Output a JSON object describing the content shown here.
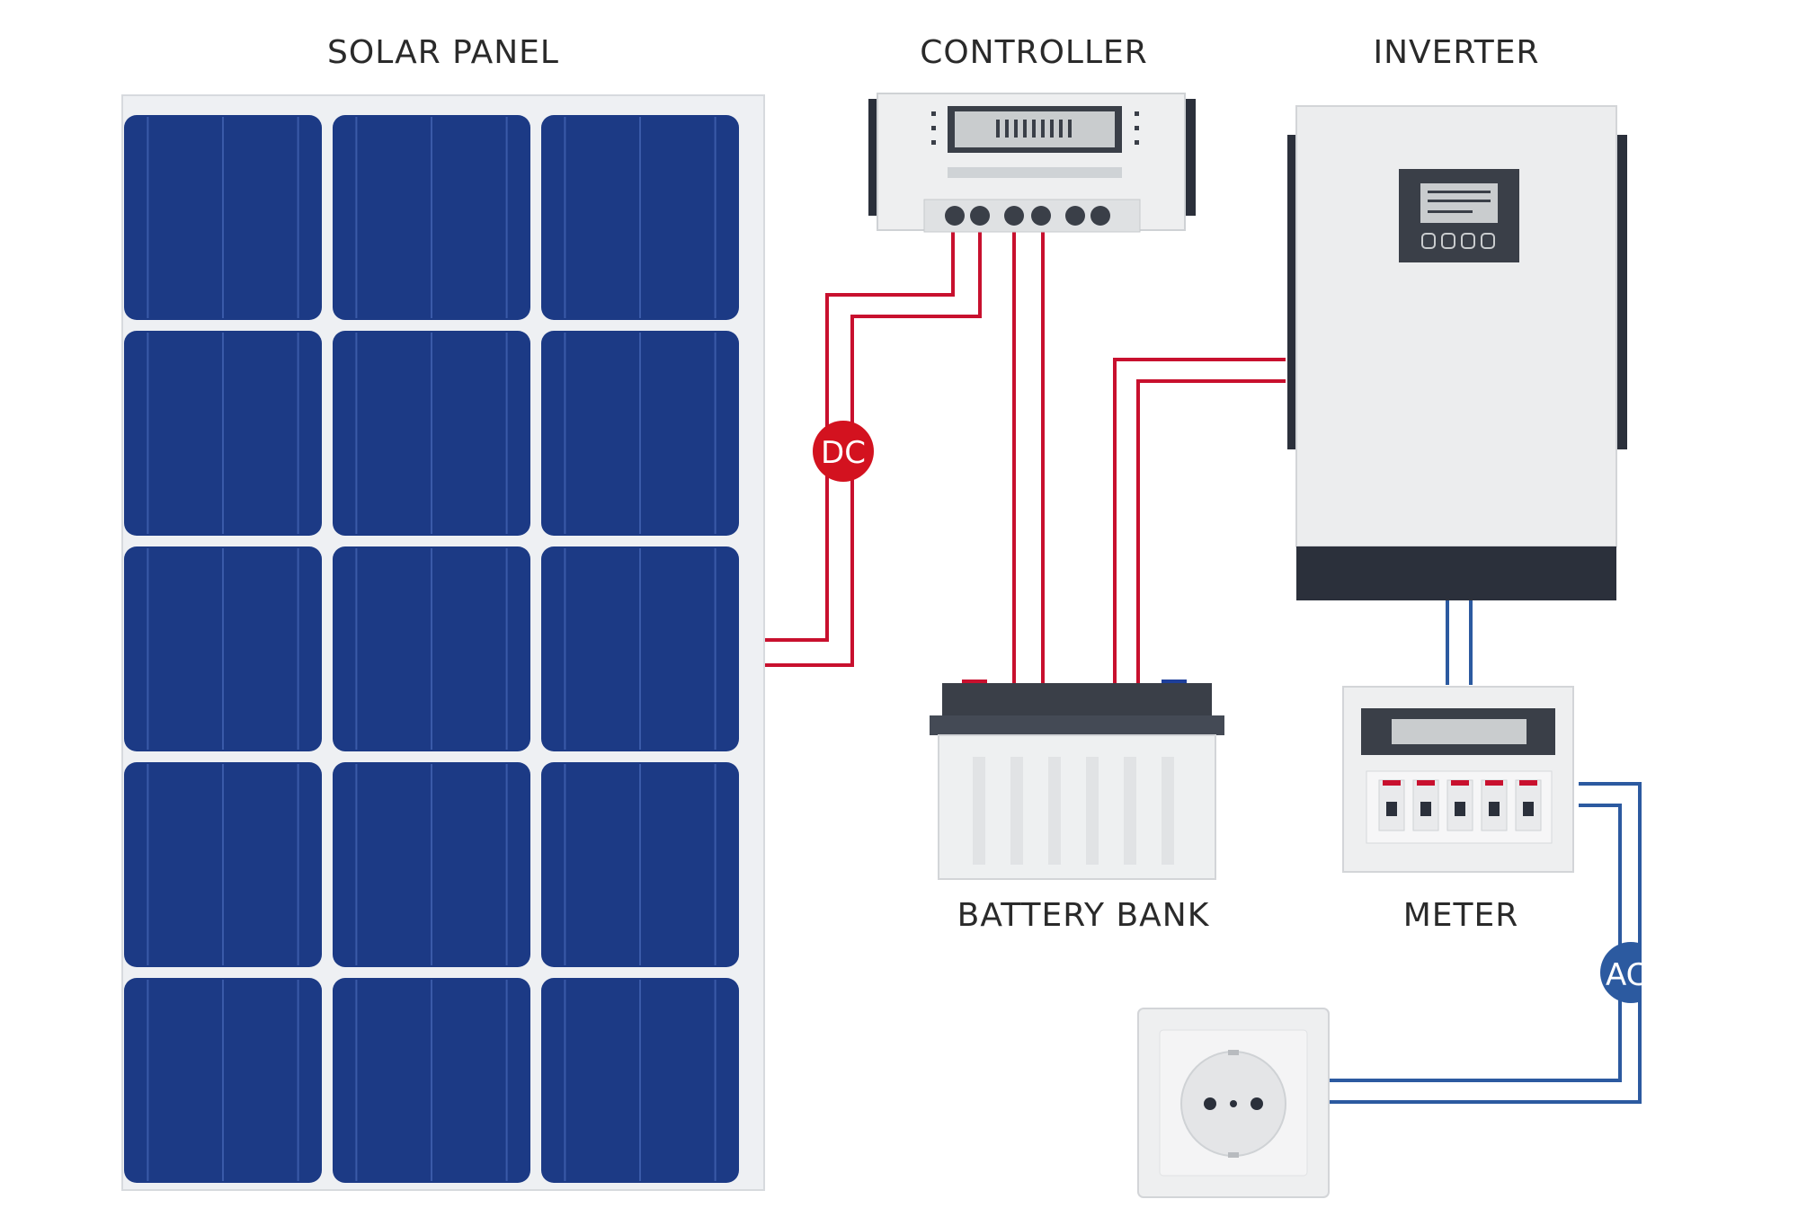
{
  "labels": {
    "solar_panel": "SOLAR PANEL",
    "controller": "CONTROLLER",
    "inverter": "INVERTER",
    "battery_bank": "BATTERY BANK",
    "meter": "METER",
    "dc_badge": "DC",
    "ac_badge": "AC"
  },
  "colors": {
    "panel_cell": "#1c3a85",
    "panel_frame": "#eef0f3",
    "dc_wire": "#c8102e",
    "ac_wire": "#2c5aa0",
    "device_body": "#ecedee",
    "device_dark": "#2b303b",
    "display": "#c9ccce"
  },
  "icons": {
    "dc_badge": "dc-circle-badge",
    "ac_badge": "ac-circle-badge",
    "socket": "power-socket-icon"
  }
}
